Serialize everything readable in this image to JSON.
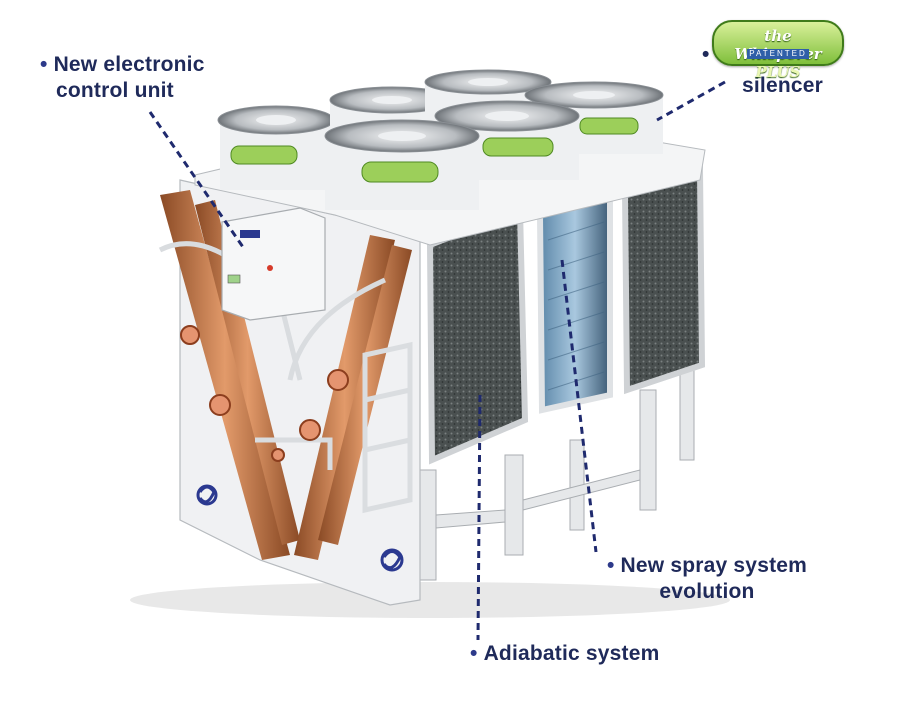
{
  "callouts": {
    "control_unit": {
      "line1": "New electronic",
      "line2": "control unit"
    },
    "silencer": "silencer",
    "spray": {
      "line1": "New spray system",
      "line2": "evolution"
    },
    "adiabatic": "Adiabatic system"
  },
  "badge": {
    "text": "the Whisperer",
    "plus": "PLUS",
    "sub": "PATENTED"
  },
  "colors": {
    "callout_text": "#1f2a5a",
    "leader_line": "#1f2a6e",
    "badge_green": "#7fbf3b",
    "badge_blue": "#2f5fa8",
    "copper": "#c8794a",
    "panel_white": "#eef0f2",
    "adiabatic_pad": "#4a5050",
    "coil_blue": "#7aa7c8",
    "logo_blue": "#2b3990"
  },
  "icons": [
    "fan-grille-icon",
    "swirl-logo-icon",
    "bullet-dot-icon"
  ]
}
